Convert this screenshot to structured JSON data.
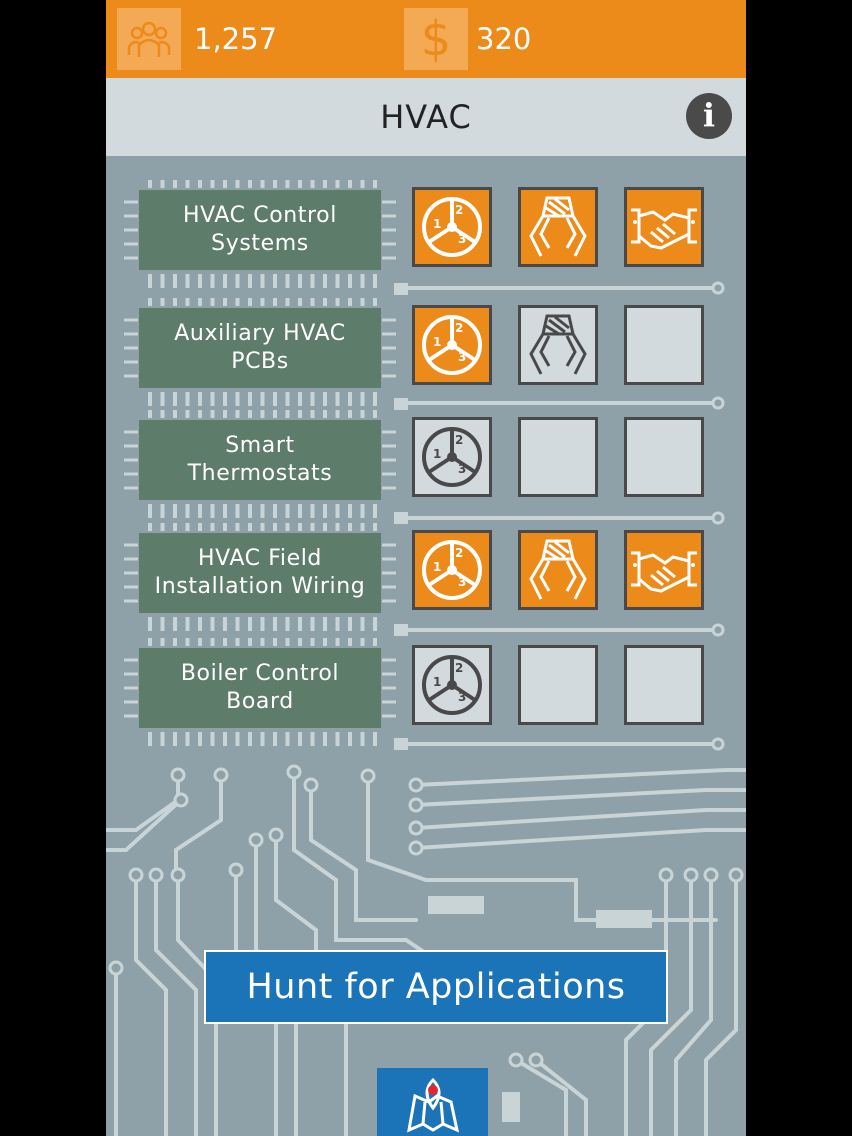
{
  "stats": {
    "users_icon": "people-icon",
    "users": "1,257",
    "money_icon": "dollar-icon",
    "money_symbol": "$",
    "money": "320"
  },
  "header": {
    "title": "HVAC",
    "info_icon": "info-icon",
    "info_glyph": "i"
  },
  "categories": [
    {
      "name": "HVAC Control Systems",
      "line1": "HVAC Control",
      "line2": "Systems",
      "badges": [
        "on",
        "on",
        "on"
      ]
    },
    {
      "name": "Auxiliary HVAC PCBs",
      "line1": "Auxiliary HVAC",
      "line2": "PCBs",
      "badges": [
        "on",
        "off",
        "off-empty"
      ]
    },
    {
      "name": "Smart Thermostats",
      "line1": "Smart",
      "line2": "Thermostats",
      "badges": [
        "off",
        "off-empty",
        "off-empty"
      ]
    },
    {
      "name": "HVAC Field Installation Wiring",
      "line1": "HVAC Field",
      "line2": "Installation Wiring",
      "badges": [
        "on",
        "on",
        "on"
      ]
    },
    {
      "name": "Boiler Control Board",
      "line1": "Boiler Control",
      "line2": "Board",
      "badges": [
        "off",
        "off-empty",
        "off-empty"
      ]
    }
  ],
  "badge_icons": [
    "steering-wheel-icon",
    "robotic-claw-icon",
    "handshake-icon"
  ],
  "wheel_numbers": [
    "1",
    "2",
    "3"
  ],
  "action_button": "Hunt for Applications",
  "footer": {
    "map_icon": "map-pin-icon"
  },
  "colors": {
    "accent": "#ec8a1a",
    "button": "#1b73b8",
    "chip": "#5e7c6a",
    "board": "#8fa1a8"
  }
}
